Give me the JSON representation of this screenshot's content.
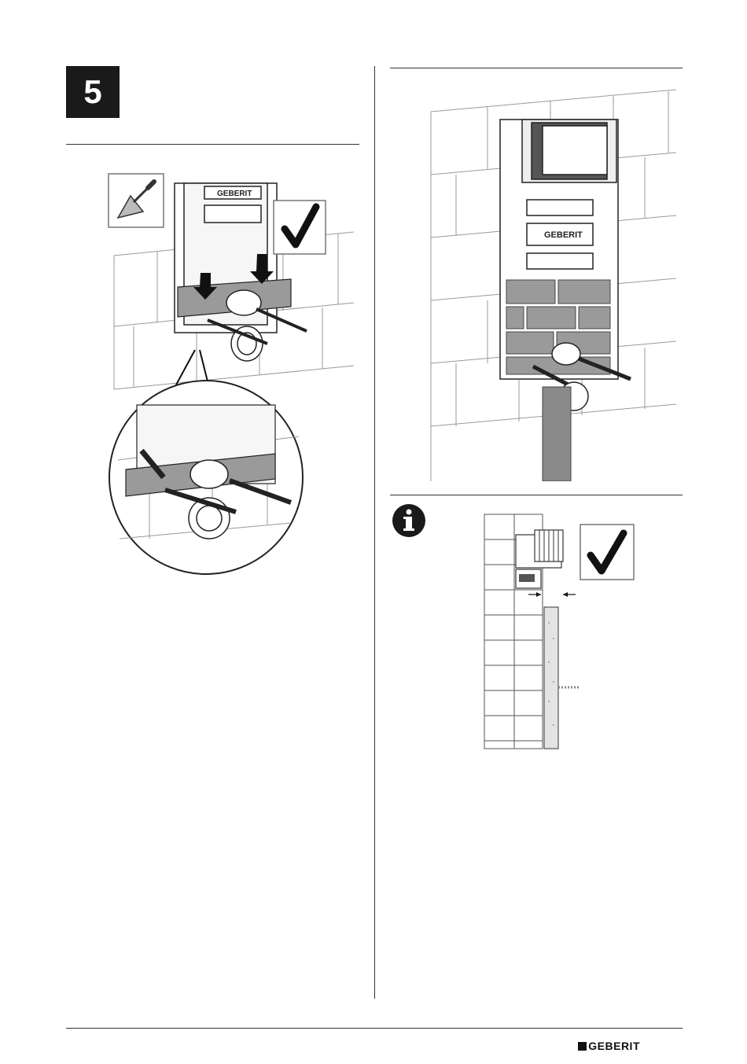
{
  "step": {
    "number": "5"
  },
  "illustration_left": {
    "frame_label": "GEBERIT"
  },
  "illustration_right": {
    "frame_label": "GEBERIT"
  },
  "footer": {
    "brand": "GEBERIT"
  }
}
